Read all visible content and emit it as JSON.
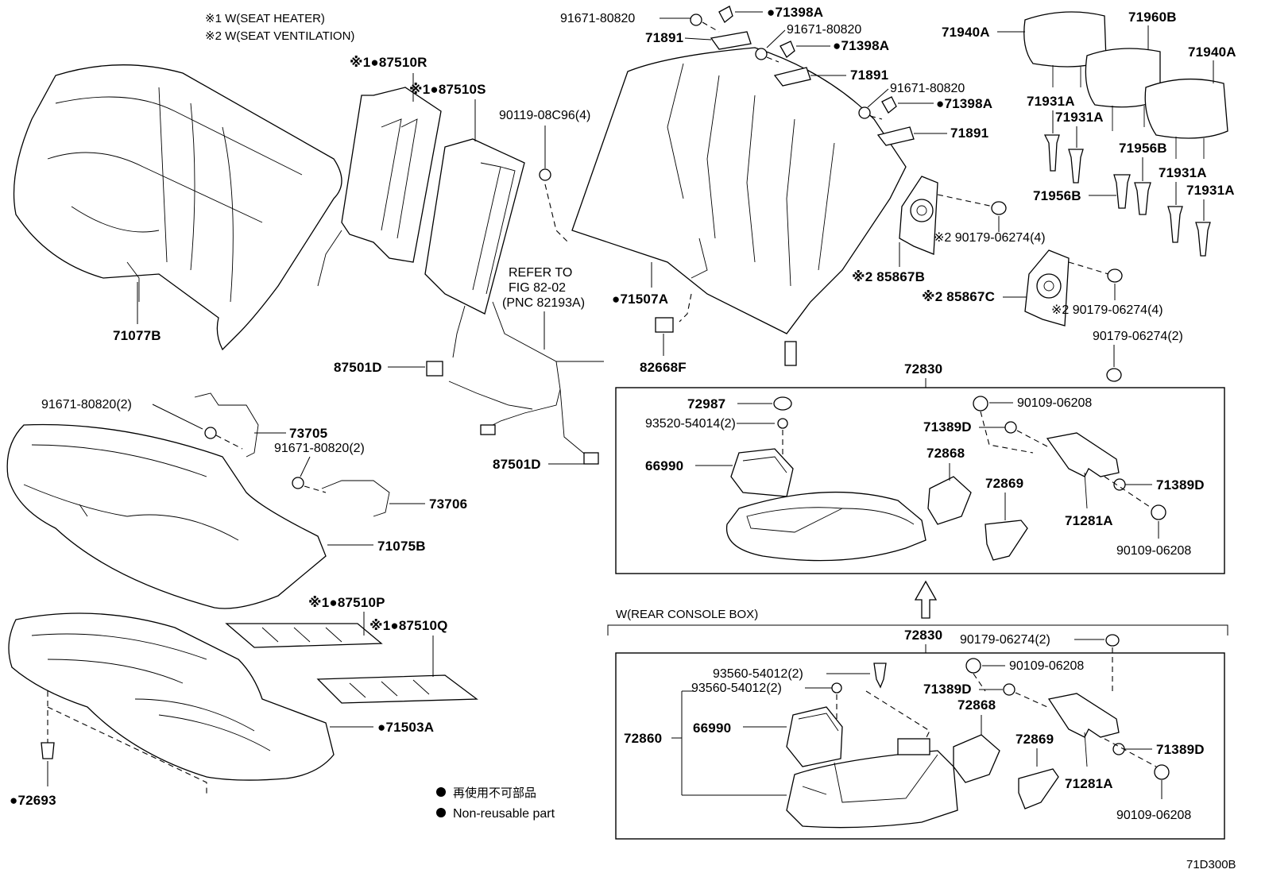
{
  "notes": {
    "note1": "※1 W(SEAT HEATER)",
    "note2": "※2 W(SEAT VENTILATION)",
    "legend_ja": "再使用不可部品",
    "legend_en": "Non-reusable part",
    "refer_line1": "REFER TO",
    "refer_line2": "FIG 82-02",
    "refer_line3": "(PNC 82193A)",
    "console_option": "W(REAR CONSOLE BOX)",
    "figure_id": "71D300B"
  },
  "labels": {
    "p71077B": "71077B",
    "p87510R": "※1●87510R",
    "p87510S": "※1●87510S",
    "p90119": "90119-08C96(4)",
    "p91671a": "91671-80820",
    "p71398Aa": "●71398A",
    "p71891a": "71891",
    "p91671b": "91671-80820",
    "p71398Ab": "●71398A",
    "p71891b": "71891",
    "p91671c": "91671-80820",
    "p71398Ac": "●71398A",
    "p71891c": "71891",
    "p71940Aa": "71940A",
    "p71960B": "71960B",
    "p71940Ab": "71940A",
    "p71931Aa": "71931A",
    "p71931Ab": "71931A",
    "p71956Ba": "71956B",
    "p71956Bb": "71956B",
    "p71931Ac": "71931A",
    "p71931Ad": "71931A",
    "p90179a": "※2 90179-06274(4)",
    "p85867B": "※2 85867B",
    "p85867C": "※2 85867C",
    "p90179b": "※2 90179-06274(4)",
    "p90179c": "90179-06274(2)",
    "p71507A": "●71507A",
    "p82668F": "82668F",
    "p87501Da": "87501D",
    "p87501Db": "87501D",
    "p91671d": "91671-80820(2)",
    "p73705": "73705",
    "p91671e": "91671-80820(2)",
    "p73706": "73706",
    "p71075B": "71075B",
    "p87510P": "※1●87510P",
    "p87510Q": "※1●87510Q",
    "p71503A": "●71503A",
    "p72693": "●72693",
    "p72830a": "72830",
    "p72987": "72987",
    "p90109a": "90109-06208",
    "p93520": "93520-54014(2)",
    "p71389Da": "71389D",
    "p72868a": "72868",
    "p66990a": "66990",
    "p72869a": "72869",
    "p71389Db": "71389D",
    "p71281Aa": "71281A",
    "p90109b": "90109-06208",
    "p72830b": "72830",
    "p90179d": "90179-06274(2)",
    "p90109c": "90109-06208",
    "p93560a": "93560-54012(2)",
    "p93560b": "93560-54012(2)",
    "p71389Dc": "71389D",
    "p72868b": "72868",
    "p72860": "72860",
    "p66990b": "66990",
    "p72869b": "72869",
    "p71389Dd": "71389D",
    "p71281Ab": "71281A",
    "p90109d": "90109-06208"
  }
}
